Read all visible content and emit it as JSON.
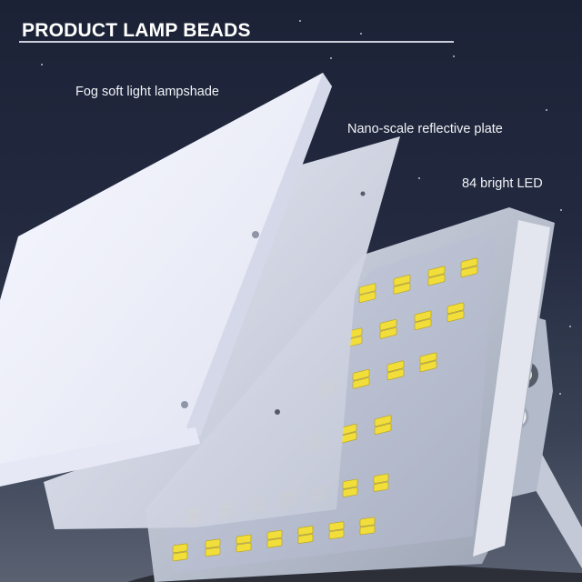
{
  "header": {
    "title": "PRODUCT LAMP BEADS"
  },
  "callouts": [
    {
      "id": "lampshade",
      "label": "Fog soft light lampshade"
    },
    {
      "id": "reflector",
      "label": "Nano-scale reflective plate"
    },
    {
      "id": "led",
      "label": "84 bright LED"
    }
  ],
  "colors": {
    "background": "#1f2538",
    "title_rule": "#c9ced8",
    "lampshade": "#eef0fb",
    "reflector": "#d5d9ea",
    "housing": "#b8bfcf",
    "led_chip": "#f1de3a"
  }
}
